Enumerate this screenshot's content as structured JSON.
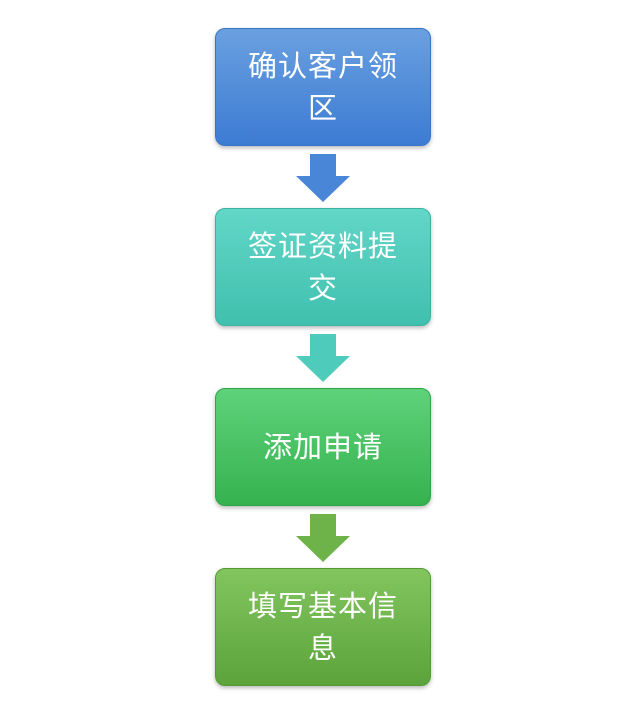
{
  "steps": [
    {
      "label": "确认客户领区",
      "color": "#4a86d8"
    },
    {
      "label": "签证资料提交",
      "color": "#4ecbbb"
    },
    {
      "label": "添加申请",
      "color": "#45c263"
    },
    {
      "label": "填写基本信息",
      "color": "#6db349"
    }
  ],
  "arrows": [
    {
      "icon": "down-arrow-icon",
      "color": "#4a86d8"
    },
    {
      "icon": "down-arrow-icon",
      "color": "#4ecbbb"
    },
    {
      "icon": "down-arrow-icon",
      "color": "#6db349"
    }
  ]
}
